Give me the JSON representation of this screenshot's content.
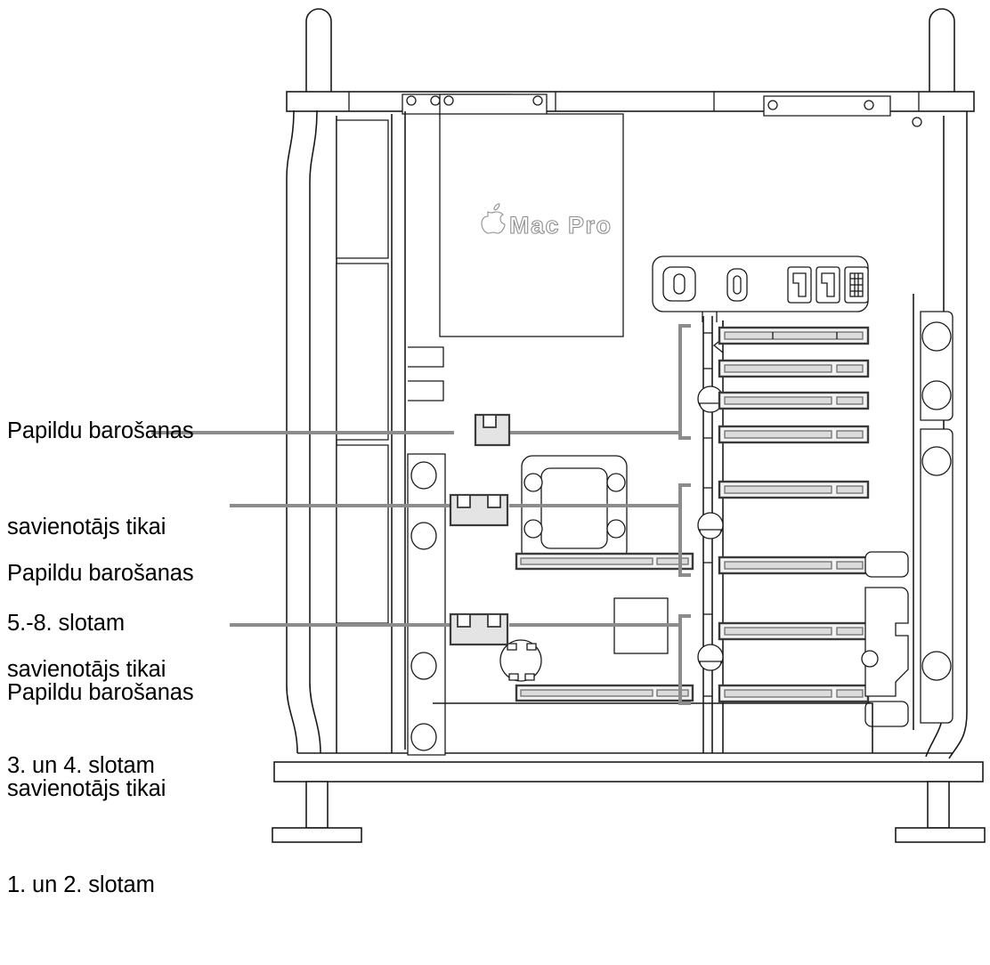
{
  "document": {
    "type": "technical-illustration",
    "subject": "Mac Pro interior side view with auxiliary power connectors",
    "product_logo": "Mac Pro",
    "logo_icon": "apple-icon",
    "background_color": "#ffffff",
    "line_color": "#000000",
    "leader_color": "#8c8c8c",
    "highlight_fill": "#e6e6e6"
  },
  "callouts": [
    {
      "id": "callout-slots-5-8",
      "lines": [
        "Papildu barošanas",
        "savienotājs tikai",
        "5.-8. slotam"
      ],
      "target": "power-connector-slots-5-8"
    },
    {
      "id": "callout-slots-3-4",
      "lines": [
        "Papildu barošanas",
        "savienotājs tikai",
        "3. un 4. slotam"
      ],
      "target": "power-connector-slots-3-4"
    },
    {
      "id": "callout-slots-1-2",
      "lines": [
        "Papildu barošanas",
        "savienotājs tikai",
        "1. un 2. slotam"
      ],
      "target": "power-connector-slots-1-2"
    }
  ],
  "io_ports": [
    {
      "name": "audio-port",
      "shape": "rounded-rect"
    },
    {
      "name": "usb-c-port",
      "shape": "oval-slot"
    },
    {
      "name": "usb-a-port-1",
      "shape": "usb-a"
    },
    {
      "name": "usb-a-port-2",
      "shape": "usb-a"
    },
    {
      "name": "ethernet-port",
      "shape": "rj45"
    }
  ],
  "pcie_slots": [
    {
      "index": 8,
      "label": "slot-8"
    },
    {
      "index": 7,
      "label": "slot-7"
    },
    {
      "index": 6,
      "label": "slot-6"
    },
    {
      "index": 5,
      "label": "slot-5"
    },
    {
      "index": 4,
      "label": "slot-4"
    },
    {
      "index": 3,
      "label": "slot-3"
    },
    {
      "index": 2,
      "label": "slot-2"
    },
    {
      "index": 1,
      "label": "slot-1"
    }
  ],
  "power_connectors": [
    {
      "id": "power-connector-slots-5-8",
      "notches": 1,
      "width": "small"
    },
    {
      "id": "power-connector-slots-3-4",
      "notches": 2,
      "width": "wide"
    },
    {
      "id": "power-connector-slots-1-2",
      "notches": 2,
      "width": "wide"
    }
  ]
}
